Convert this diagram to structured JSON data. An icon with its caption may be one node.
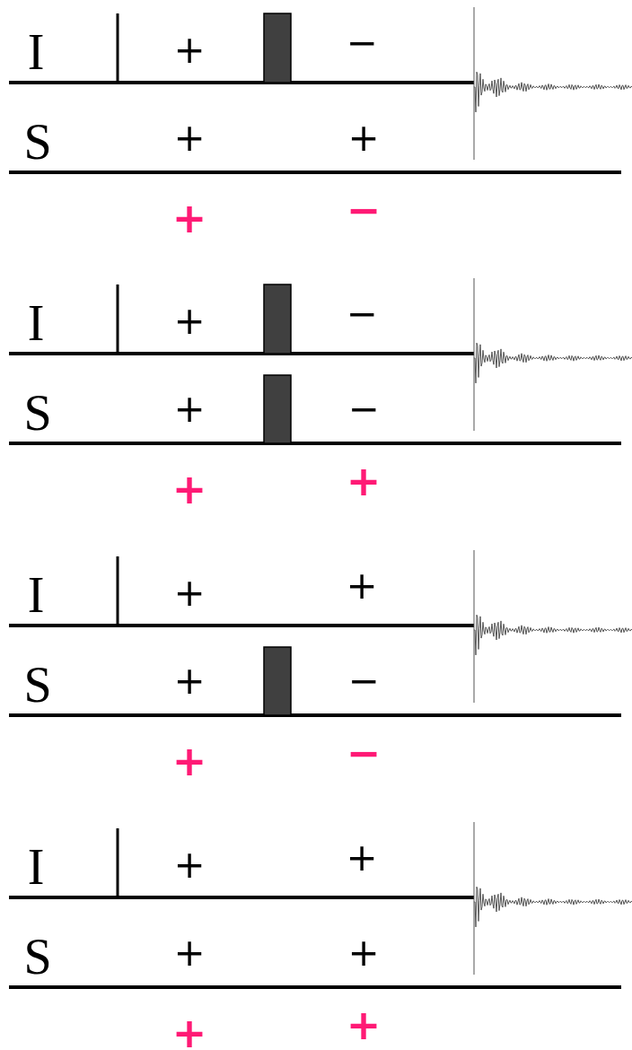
{
  "diagram": {
    "labels": [
      "I",
      "+",
      "−",
      "S",
      "+",
      "+",
      "+",
      "−",
      "I",
      "+",
      "−",
      "S",
      "+",
      "−",
      "+",
      "+",
      "I",
      "+",
      "+",
      "S",
      "+",
      "−",
      "+",
      "−",
      "I",
      "+",
      "+",
      "S",
      "+",
      "+",
      "+",
      "+"
    ]
  }
}
